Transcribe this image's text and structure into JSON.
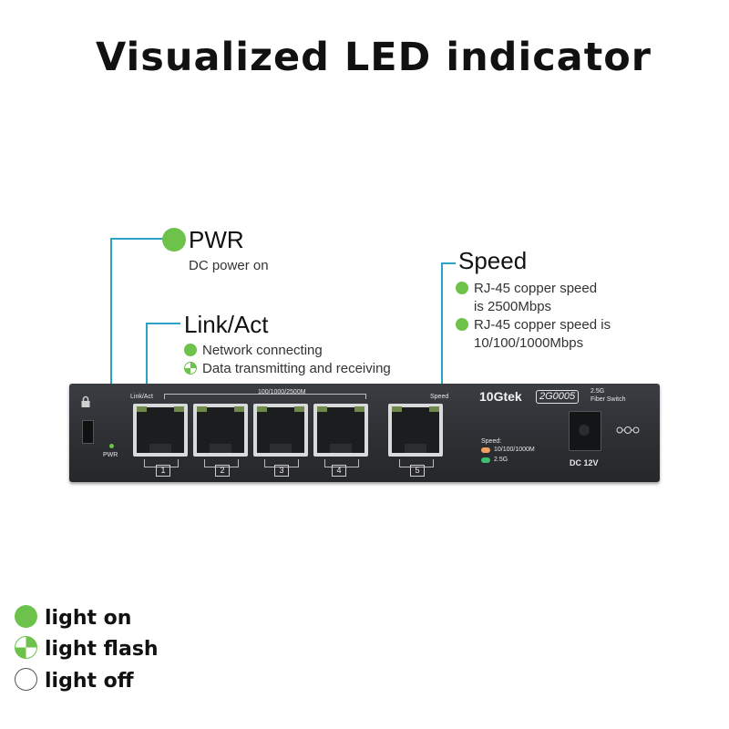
{
  "title": "Visualized LED indicator",
  "pwr": {
    "title": "PWR",
    "desc": "DC power on"
  },
  "link_act": {
    "title": "Link/Act",
    "items": [
      "Network connecting",
      "Data transmitting and receiving"
    ]
  },
  "speed": {
    "title": "Speed",
    "items": [
      {
        "line1": "RJ-45 copper speed",
        "line2": "is 2500Mbps"
      },
      {
        "line1": "RJ-45 copper speed is",
        "line2": "10/100/1000Mbps"
      }
    ]
  },
  "device": {
    "link_act_label": "Link/Act",
    "speed_range_label": "100/1000/2500M",
    "speed_label": "Speed",
    "pwr_label": "PWR",
    "brand": "10Gtek",
    "model": "2G0005",
    "model_desc_1": "2.5G",
    "model_desc_2": "Fiber Switch",
    "speed_legend_title": "Speed:",
    "speed_legend_1": "10/100/1000M",
    "speed_legend_2": "2.5G",
    "dc_label": "DC 12V",
    "ports": [
      "1",
      "2",
      "3",
      "4",
      "5"
    ]
  },
  "legend": [
    "light on",
    "light flash",
    "light off"
  ],
  "colors": {
    "led_green": "#6cc24a",
    "callout_line": "#2ba3c9",
    "legend_orange": "#f0a060",
    "legend_green": "#3cc070"
  }
}
